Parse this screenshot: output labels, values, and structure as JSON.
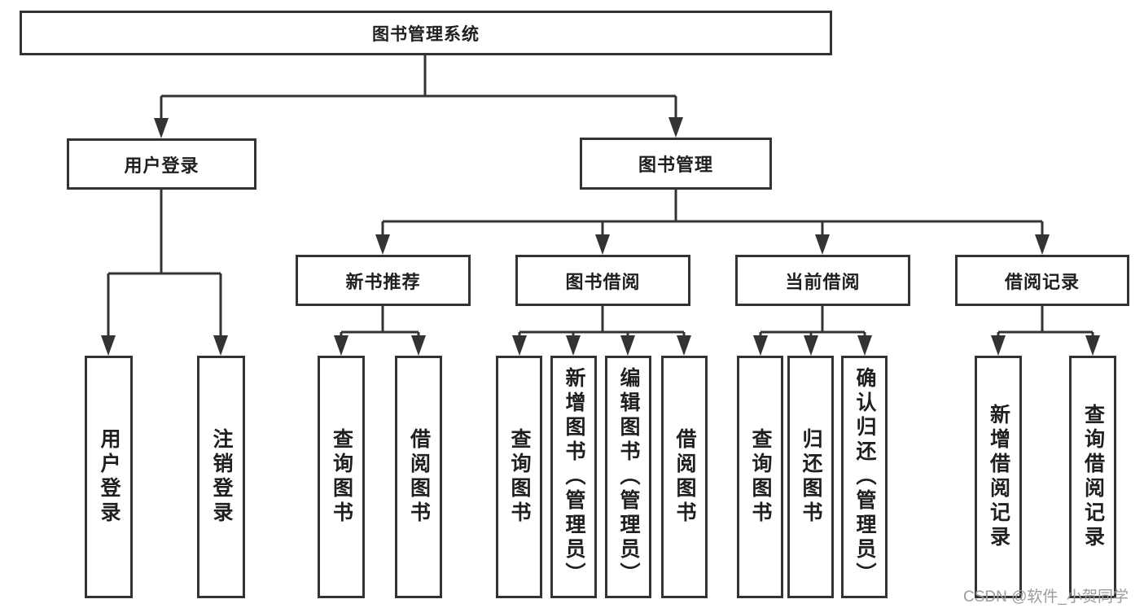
{
  "diagram": {
    "title": "图书管理系统",
    "nodes": {
      "root": "图书管理系统",
      "user_login": "用户登录",
      "book_mgmt": "图书管理",
      "new_book_rec": "新书推荐",
      "book_borrow": "图书借阅",
      "current_borrow": "当前借阅",
      "borrow_record": "借阅记录",
      "leaf_user_login": "用户登录",
      "leaf_logout": "注销登录",
      "leaf_rec_query": "查询图书",
      "leaf_rec_borrow": "借阅图书",
      "leaf_bb_query": "查询图书",
      "leaf_bb_add": "新增图书（管理员）",
      "leaf_bb_edit": "编辑图书（管理员）",
      "leaf_bb_borrow": "借阅图书",
      "leaf_cb_query": "查询图书",
      "leaf_cb_return": "归还图书",
      "leaf_cb_confirm": "确认归还（管理员）",
      "leaf_br_add": "新增借阅记录",
      "leaf_br_query": "查询借阅记录"
    },
    "colors": {
      "line": "#333333",
      "text": "#1f1f1f",
      "box_background": "#ffffff",
      "watermark": "#9b9ba0"
    }
  },
  "watermark": "CSDN @软件_小贺同学"
}
